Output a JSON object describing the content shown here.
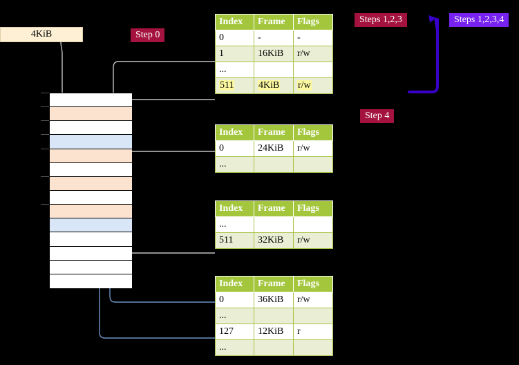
{
  "diagram": {
    "title_box": {
      "label": "4KiB"
    },
    "badges": [
      {
        "id": "step0",
        "label": "Step 0",
        "color": "#a4123f"
      },
      {
        "id": "step123",
        "label": "Steps 1,2,3",
        "color": "#a4123f"
      },
      {
        "id": "step1234",
        "label": "Steps 1,2,3,4",
        "color": "#7722ee"
      },
      {
        "id": "step4",
        "label": "Step 4",
        "color": "#a4123f"
      }
    ],
    "columns": [
      "Index",
      "Frame",
      "Flags"
    ],
    "tables": [
      {
        "id": "level-0-table",
        "rows": [
          {
            "index": "0",
            "frame": "-",
            "flags": "-",
            "style": "plain",
            "highlight": false
          },
          {
            "index": "1",
            "frame": "16KiB",
            "flags": "r/w",
            "style": "alt",
            "highlight": false
          },
          {
            "index": "...",
            "frame": "",
            "flags": "",
            "style": "plain",
            "highlight": false
          },
          {
            "index": "511",
            "frame": "4KiB",
            "flags": "r/w",
            "style": "alt",
            "highlight": true
          }
        ]
      },
      {
        "id": "level-1-table",
        "rows": [
          {
            "index": "0",
            "frame": "24KiB",
            "flags": "r/w",
            "style": "plain",
            "highlight": false
          },
          {
            "index": "...",
            "frame": "",
            "flags": "",
            "style": "alt",
            "highlight": false
          }
        ]
      },
      {
        "id": "level-2-table",
        "rows": [
          {
            "index": "...",
            "frame": "",
            "flags": "",
            "style": "plain",
            "highlight": false
          },
          {
            "index": "511",
            "frame": "32KiB",
            "flags": "r/w",
            "style": "alt",
            "highlight": false
          }
        ]
      },
      {
        "id": "level-3-table",
        "rows": [
          {
            "index": "0",
            "frame": "36KiB",
            "flags": "r/w",
            "style": "plain",
            "highlight": false
          },
          {
            "index": "...",
            "frame": "",
            "flags": "",
            "style": "alt",
            "highlight": false
          },
          {
            "index": "127",
            "frame": "12KiB",
            "flags": "r",
            "style": "plain",
            "highlight": false
          },
          {
            "index": "...",
            "frame": "",
            "flags": "",
            "style": "alt",
            "highlight": false
          }
        ]
      }
    ],
    "memory_grid": {
      "rows": [
        {
          "fill": "white"
        },
        {
          "fill": "peach"
        },
        {
          "fill": "white"
        },
        {
          "fill": "blue"
        },
        {
          "fill": "peach"
        },
        {
          "fill": "white"
        },
        {
          "fill": "peach"
        },
        {
          "fill": "white"
        },
        {
          "fill": "peach"
        },
        {
          "fill": "blue"
        },
        {
          "fill": "white"
        },
        {
          "fill": "white"
        },
        {
          "fill": "white"
        },
        {
          "fill": "white"
        }
      ]
    },
    "colors": {
      "table_header": "#a3c63c",
      "table_alt_row": "#e9eed4",
      "highlight": "#fbf8a0",
      "badge_red": "#a4123f",
      "badge_violet": "#7722ee",
      "frame_peach": "#fce3cf",
      "frame_blue": "#d9e6f7",
      "box_cream": "#fdf0d5",
      "wire_grey": "#b9b9b9",
      "wire_blue": "#6f94c6"
    }
  }
}
